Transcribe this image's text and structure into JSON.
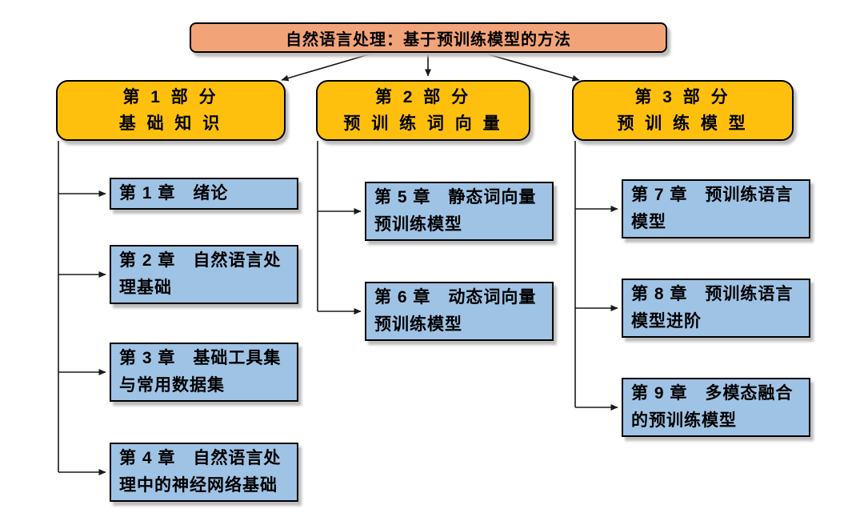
{
  "diagram": {
    "title": "自然语言处理：基于预训练模型的方法",
    "colors": {
      "title_fill": "#F2A478",
      "part_fill": "#FEC00D",
      "chapter_fill": "#9FC3E5",
      "border": "#000000",
      "shadow": "#BDBDBD",
      "line": "#1A1A1A"
    },
    "parts": [
      {
        "label_line1": "第 1 部 分",
        "label_line2": "基 础 知 识",
        "chapters": [
          {
            "line1": "第 1 章　绪论",
            "line2": ""
          },
          {
            "line1": "第 2 章　自然语言处",
            "line2": "理基础"
          },
          {
            "line1": "第 3 章　基础工具集",
            "line2": "与常用数据集"
          },
          {
            "line1": "第 4 章　自然语言处",
            "line2": "理中的神经网络基础"
          }
        ]
      },
      {
        "label_line1": "第 2 部 分",
        "label_line2": "预 训 练 词 向 量",
        "chapters": [
          {
            "line1": "第 5 章　静态词向量",
            "line2": "预训练模型"
          },
          {
            "line1": "第 6 章　动态词向量",
            "line2": "预训练模型"
          }
        ]
      },
      {
        "label_line1": "第 3 部 分",
        "label_line2": "预 训 练 模 型",
        "chapters": [
          {
            "line1": "第 7 章　预训练语言",
            "line2": "模型"
          },
          {
            "line1": "第 8 章　预训练语言",
            "line2": "模型进阶"
          },
          {
            "line1": "第 9 章　多模态融合",
            "line2": "的预训练模型"
          }
        ]
      }
    ]
  }
}
